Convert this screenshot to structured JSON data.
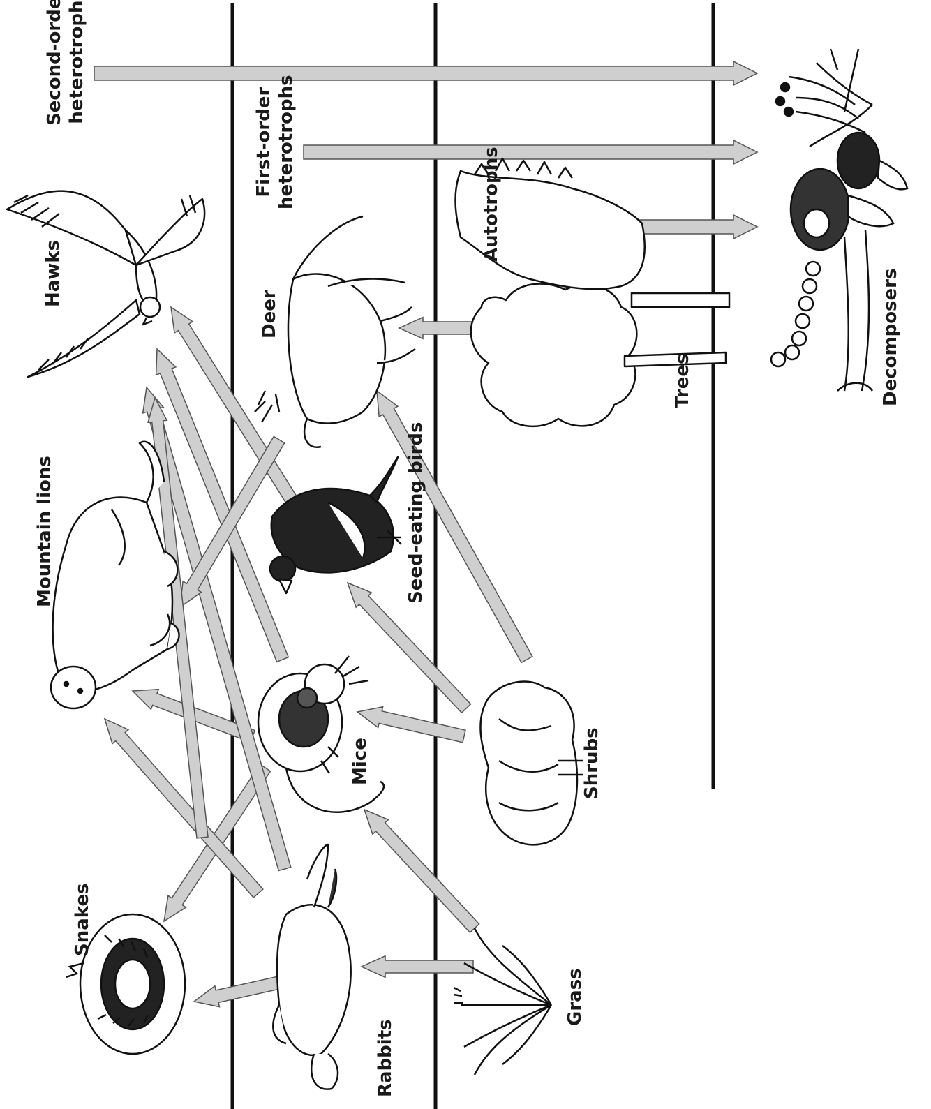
{
  "labels": {
    "second_order": [
      "Second-order",
      "heterotrophs"
    ],
    "first_order": [
      "First-order",
      "heterotrophs"
    ],
    "autotrophs": "Autotrophs",
    "hawks": "Hawks",
    "mountain_lions": "Mountain lions",
    "snakes": "Snakes",
    "deer": "Deer",
    "seed_eating_birds": "Seed-eating birds",
    "mice": "Mice",
    "rabbits": "Rabbits",
    "trees": "Trees",
    "shrubs": "Shrubs",
    "grass": "Grass",
    "decomposers": "Decomposers"
  },
  "colors": {
    "arrow_fill": "#cfcfcf",
    "arrow_stroke": "#555555",
    "line": "#111111",
    "ink": "#1a1a1a"
  }
}
